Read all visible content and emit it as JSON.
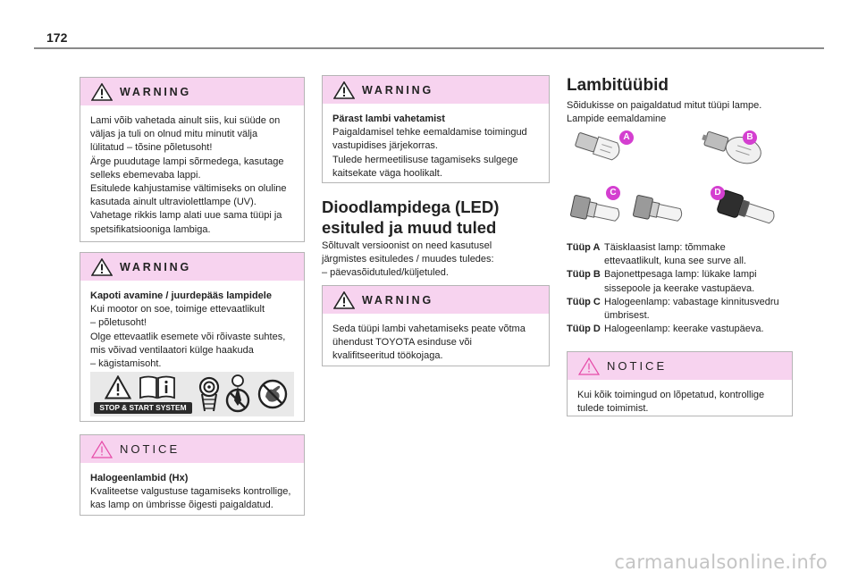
{
  "page": {
    "number": "172",
    "footer": "carmanualsonline.info"
  },
  "col1": {
    "warning1": {
      "title": "WARNING",
      "lines": [
        "Lami võib vahetada ainult siis, kui süüde on",
        "väljas ja tuli on olnud mitu minutit välja",
        "lülitatud – tõsine põletusoht!",
        "Ärge puudutage lampi sõrmedega, kasutage",
        "selleks ebemevaba lappi.",
        "Esitulede kahjustamise vältimiseks on oluline",
        "kasutada ainult ultraviolettlampe (UV).",
        "Vahetage rikkis lamp alati uue sama tüüpi ja",
        "spetsifikatsiooniga lambiga."
      ]
    },
    "warning2": {
      "title": "WARNING",
      "heading": "Kapoti avamine / juurdepääs lampidele",
      "lines": [
        "Kui mootor on soe, toimige ettevaatlikult",
        "– põletusoht!",
        "Olge ettevaatlik esemete või rõivaste suhtes,",
        "mis võivad ventilaatori külge haakuda",
        "– kägistamisoht."
      ],
      "stop_start_label": "STOP & START SYSTEM"
    },
    "notice1": {
      "title": "NOTICE",
      "heading": "Halogeenlambid (Hx)",
      "lines": [
        "Kvaliteetse valgustuse tagamiseks kontrollige,",
        "kas lamp on ümbrisse õigesti paigaldatud."
      ]
    }
  },
  "col2": {
    "warning3": {
      "title": "WARNING",
      "heading": "Pärast lambi vahetamist",
      "lines": [
        "Paigaldamisel tehke eemaldamise toimingud",
        "vastupidises järjekorras.",
        "Tulede hermeetilisuse tagamiseks sulgege",
        "kaitsekate väga hoolikalt."
      ]
    },
    "section": {
      "title_line1": "Dioodlampidega (LED)",
      "title_line2": "esituled ja muud tuled",
      "lines": [
        "Sõltuvalt versioonist on need kasutusel",
        "järgmistes esituledes / muudes tuledes:",
        "–  päevasõidutuled/küljetuled."
      ]
    },
    "warning4": {
      "title": "WARNING",
      "lines": [
        "Seda tüüpi lambi vahetamiseks peate võtma",
        "ühendust TOYOTA esinduse või",
        "kvalifitseeritud töökojaga."
      ]
    }
  },
  "col3": {
    "title": "Lambitüübid",
    "intro_lines": [
      "Sõidukisse on paigaldatud mitut tüüpi lampe.",
      "Lampide eemaldamine"
    ],
    "badges": [
      "A",
      "B",
      "C",
      "D"
    ],
    "types": [
      {
        "label": "Tüüp A",
        "lines": [
          "Täisklaasist lamp: tõmmake",
          "ettevaatlikult, kuna see surve all."
        ]
      },
      {
        "label": "Tüüp B",
        "lines": [
          "Bajonettpesaga lamp: lükake lampi",
          "sissepoole ja keerake vastupäeva."
        ]
      },
      {
        "label": "Tüüp C",
        "lines": [
          "Halogeenlamp: vabastage kinnitusvedru",
          "ümbrisest."
        ]
      },
      {
        "label": "Tüüp D",
        "lines": [
          "Halogeenlamp: keerake vastupäeva."
        ]
      }
    ],
    "notice2": {
      "title": "NOTICE",
      "lines": [
        "Kui kõik toimingud on lõpetatud, kontrollige",
        "tulede toimimist."
      ]
    }
  },
  "colors": {
    "header_pink": "#f7d3ef",
    "badge_magenta": "#d43fd0",
    "rule_gray": "#8a8a8a"
  }
}
